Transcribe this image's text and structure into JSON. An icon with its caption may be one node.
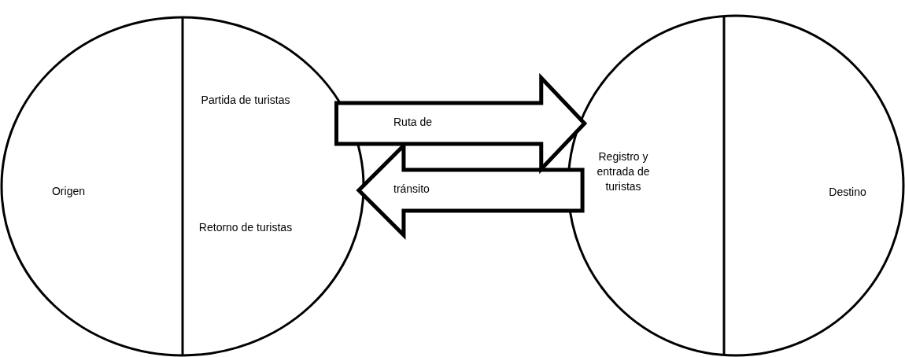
{
  "diagram": {
    "nodes": [
      {
        "text": [
          "Origen",
          "Partida de turistas",
          "Retorno de turistas"
        ]
      },
      {
        "text": [
          "Registro y entrada de turistas",
          "Destino"
        ]
      }
    ],
    "edges": [
      {
        "from": 1,
        "to": 0,
        "arrow": "to",
        "label": "tránsito"
      },
      {
        "from": 0,
        "to": 1,
        "arrow": "to",
        "label": "Ruta de"
      }
    ]
  }
}
